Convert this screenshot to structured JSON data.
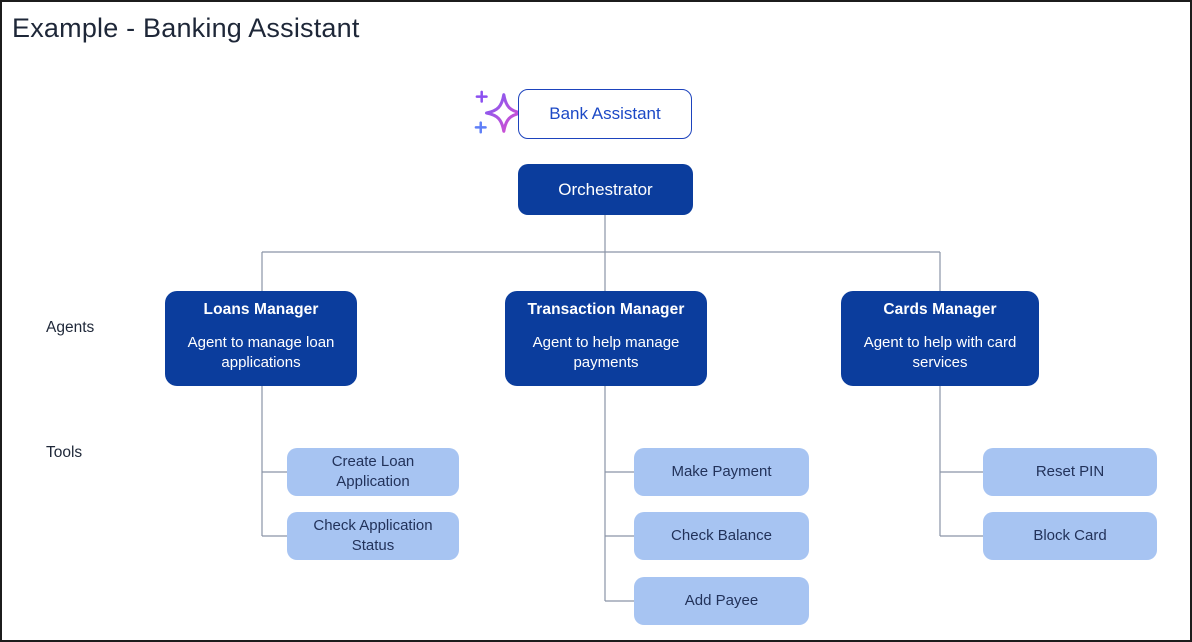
{
  "title": "Example - Banking Assistant",
  "assistant": {
    "label": "Bank Assistant",
    "icon": "sparkle-icon"
  },
  "orchestrator": {
    "label": "Orchestrator"
  },
  "row_labels": {
    "agents": "Agents",
    "tools": "Tools"
  },
  "groups": [
    {
      "agent": {
        "title": "Loans Manager",
        "description": "Agent to manage loan applications"
      },
      "tools": [
        "Create Loan Application",
        "Check Application Status"
      ]
    },
    {
      "agent": {
        "title": "Transaction Manager",
        "description": "Agent to help manage payments"
      },
      "tools": [
        "Make Payment",
        "Check Balance",
        "Add Payee"
      ]
    },
    {
      "agent": {
        "title": "Cards Manager",
        "description": "Agent to help with card services"
      },
      "tools": [
        "Reset PIN",
        "Block Card"
      ]
    }
  ],
  "colors": {
    "agent_fill": "#0b3d9d",
    "tool_fill": "#a7c4f2",
    "assistant_border": "#1d43bd",
    "connector_line": "#8a94a6",
    "title_text": "#1e2738",
    "sparkle_gradient_start": "#7a5af5",
    "sparkle_gradient_end": "#e04ecb"
  }
}
